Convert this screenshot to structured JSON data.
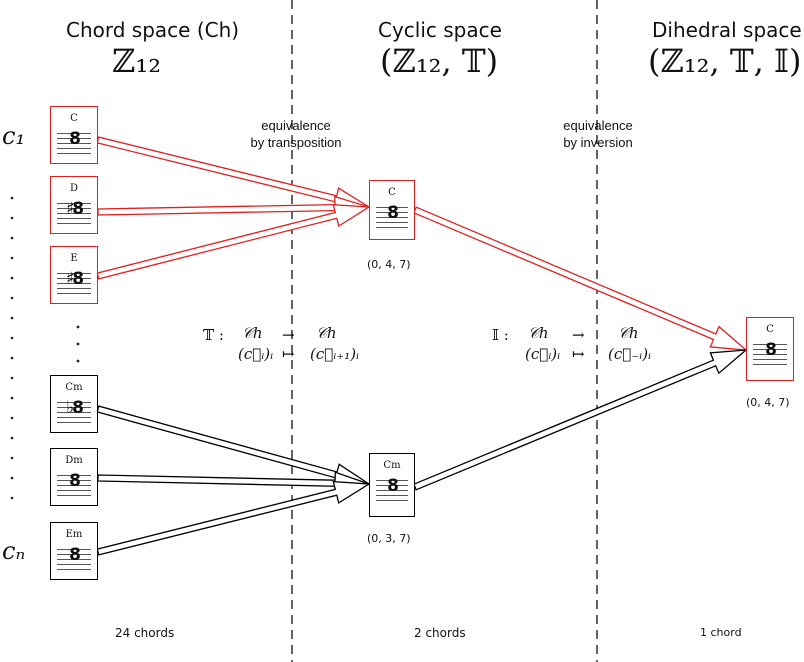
{
  "columns": {
    "chord": {
      "title": "Chord space (Ch)",
      "group": "ℤ₁₂",
      "count": "24 chords"
    },
    "cyclic": {
      "title": "Cyclic space",
      "group": "(ℤ₁₂, 𝕋)",
      "count": "2 chords"
    },
    "dihedral": {
      "title": "Dihedral space",
      "group": "(ℤ₁₂, 𝕋, 𝕀)",
      "count": "1 chord"
    }
  },
  "dividers": {
    "transposition": "equivalence\nby transposition",
    "inversion": "equivalence\nby inversion"
  },
  "side_labels": {
    "c1": "c₁",
    "cn": "cₙ"
  },
  "maps": {
    "T": {
      "name": "𝕋 :",
      "from1": "𝒞h",
      "arrow1": "→",
      "to1": "𝒞h",
      "from2": "(c⃗ᵢ)ᵢ",
      "arrow2": "↦",
      "to2": "(c⃗ᵢ₊₁)ᵢ"
    },
    "I": {
      "name": "𝕀 :",
      "from1": "𝒞h",
      "arrow1": "→",
      "to1": "𝒞h",
      "from2": "(c⃗ᵢ)ᵢ",
      "arrow2": "↦",
      "to2": "(c⃗₋ᵢ)ᵢ"
    }
  },
  "cards": {
    "C": {
      "label": "C",
      "notes": "8"
    },
    "D": {
      "label": "D",
      "notes": "♯8"
    },
    "E": {
      "label": "E",
      "notes": "♯8"
    },
    "Cm": {
      "label": "Cm",
      "notes": "♭8"
    },
    "Dm": {
      "label": "Dm",
      "notes": "8"
    },
    "Em": {
      "label": "Em",
      "notes": "8"
    },
    "cyclic_C": {
      "label": "C",
      "notes": "8",
      "vector": "(0, 4, 7)"
    },
    "cyclic_Cm": {
      "label": "Cm",
      "notes": "8",
      "vector": "(0, 3, 7)"
    },
    "dihedral_C": {
      "label": "C",
      "notes": "8",
      "vector": "(0, 4, 7)"
    }
  },
  "colors": {
    "major": "#e02020",
    "minor": "#000000",
    "divider": "#111111"
  }
}
